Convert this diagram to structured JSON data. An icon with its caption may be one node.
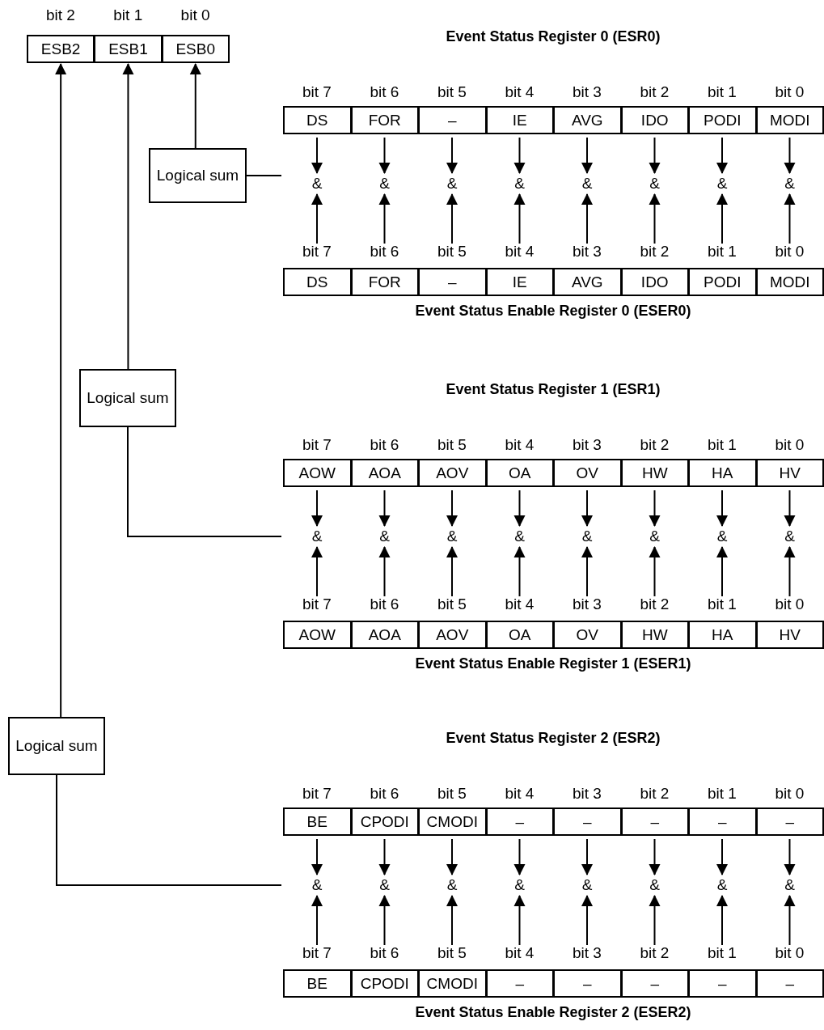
{
  "diagram": {
    "nodes": [
      {
        "text": [
          "ESB2"
        ]
      },
      {
        "text": [
          "ESB1"
        ]
      },
      {
        "text": [
          "ESB0"
        ]
      },
      {
        "text": [
          "Logical sum"
        ]
      },
      {
        "text": [
          "DS"
        ]
      },
      {
        "text": [
          "FOR"
        ]
      },
      {
        "text": [
          "–"
        ]
      },
      {
        "text": [
          "IE"
        ]
      },
      {
        "text": [
          "AVG"
        ]
      },
      {
        "text": [
          "IDO"
        ]
      },
      {
        "text": [
          "PODI"
        ]
      },
      {
        "text": [
          "MODI"
        ]
      },
      {
        "text": [
          "&"
        ]
      },
      {
        "text": [
          "&"
        ]
      },
      {
        "text": [
          "&"
        ]
      },
      {
        "text": [
          "&"
        ]
      },
      {
        "text": [
          "&"
        ]
      },
      {
        "text": [
          "&"
        ]
      },
      {
        "text": [
          "&"
        ]
      },
      {
        "text": [
          "&"
        ]
      },
      {
        "text": [
          "DS"
        ]
      },
      {
        "text": [
          "FOR"
        ]
      },
      {
        "text": [
          "–"
        ]
      },
      {
        "text": [
          "IE"
        ]
      },
      {
        "text": [
          "AVG"
        ]
      },
      {
        "text": [
          "IDO"
        ]
      },
      {
        "text": [
          "PODI"
        ]
      },
      {
        "text": [
          "MODI"
        ]
      },
      {
        "text": [
          "Logical sum"
        ]
      },
      {
        "text": [
          "AOW"
        ]
      },
      {
        "text": [
          "AOA"
        ]
      },
      {
        "text": [
          "AOV"
        ]
      },
      {
        "text": [
          "OA"
        ]
      },
      {
        "text": [
          "OV"
        ]
      },
      {
        "text": [
          "HW"
        ]
      },
      {
        "text": [
          "HA"
        ]
      },
      {
        "text": [
          "HV"
        ]
      },
      {
        "text": [
          "&"
        ]
      },
      {
        "text": [
          "&"
        ]
      },
      {
        "text": [
          "&"
        ]
      },
      {
        "text": [
          "&"
        ]
      },
      {
        "text": [
          "&"
        ]
      },
      {
        "text": [
          "&"
        ]
      },
      {
        "text": [
          "&"
        ]
      },
      {
        "text": [
          "&"
        ]
      },
      {
        "text": [
          "AOW"
        ]
      },
      {
        "text": [
          "AOA"
        ]
      },
      {
        "text": [
          "AOV"
        ]
      },
      {
        "text": [
          "OA"
        ]
      },
      {
        "text": [
          "OV"
        ]
      },
      {
        "text": [
          "HW"
        ]
      },
      {
        "text": [
          "HA"
        ]
      },
      {
        "text": [
          "HV"
        ]
      },
      {
        "text": [
          "Logical sum"
        ]
      },
      {
        "text": [
          "BE"
        ]
      },
      {
        "text": [
          "CPODI"
        ]
      },
      {
        "text": [
          "CMODI"
        ]
      },
      {
        "text": [
          "–"
        ]
      },
      {
        "text": [
          "–"
        ]
      },
      {
        "text": [
          "–"
        ]
      },
      {
        "text": [
          "–"
        ]
      },
      {
        "text": [
          "–"
        ]
      },
      {
        "text": [
          "&"
        ]
      },
      {
        "text": [
          "&"
        ]
      },
      {
        "text": [
          "&"
        ]
      },
      {
        "text": [
          "&"
        ]
      },
      {
        "text": [
          "&"
        ]
      },
      {
        "text": [
          "&"
        ]
      },
      {
        "text": [
          "&"
        ]
      },
      {
        "text": [
          "&"
        ]
      },
      {
        "text": [
          "BE"
        ]
      },
      {
        "text": [
          "CPODI"
        ]
      },
      {
        "text": [
          "CMODI"
        ]
      },
      {
        "text": [
          "–"
        ]
      },
      {
        "text": [
          "–"
        ]
      },
      {
        "text": [
          "–"
        ]
      },
      {
        "text": [
          "–"
        ]
      },
      {
        "text": [
          "–"
        ]
      }
    ],
    "edges": [
      {
        "from": 4,
        "to": 12,
        "arrow": "to"
      },
      {
        "from": 5,
        "to": 13,
        "arrow": "to"
      },
      {
        "from": 6,
        "to": 14,
        "arrow": "to"
      },
      {
        "from": 7,
        "to": 15,
        "arrow": "to"
      },
      {
        "from": 8,
        "to": 16,
        "arrow": "to"
      },
      {
        "from": 9,
        "to": 17,
        "arrow": "to"
      },
      {
        "from": 10,
        "to": 18,
        "arrow": "to"
      },
      {
        "from": 11,
        "to": 19,
        "arrow": "to"
      },
      {
        "from": 20,
        "to": 12,
        "arrow": "to"
      },
      {
        "from": 21,
        "to": 13,
        "arrow": "to"
      },
      {
        "from": 22,
        "to": 14,
        "arrow": "to"
      },
      {
        "from": 23,
        "to": 15,
        "arrow": "to"
      },
      {
        "from": 24,
        "to": 16,
        "arrow": "to"
      },
      {
        "from": 25,
        "to": 17,
        "arrow": "to"
      },
      {
        "from": 26,
        "to": 18,
        "arrow": "to"
      },
      {
        "from": 27,
        "to": 19,
        "arrow": "to"
      },
      {
        "from": 12,
        "to": 3,
        "arrow": "none"
      },
      {
        "from": 3,
        "to": 2,
        "arrow": "to"
      },
      {
        "from": 29,
        "to": 37,
        "arrow": "to"
      },
      {
        "from": 30,
        "to": 38,
        "arrow": "to"
      },
      {
        "from": 31,
        "to": 39,
        "arrow": "to"
      },
      {
        "from": 32,
        "to": 40,
        "arrow": "to"
      },
      {
        "from": 33,
        "to": 41,
        "arrow": "to"
      },
      {
        "from": 34,
        "to": 42,
        "arrow": "to"
      },
      {
        "from": 35,
        "to": 43,
        "arrow": "to"
      },
      {
        "from": 36,
        "to": 44,
        "arrow": "to"
      },
      {
        "from": 45,
        "to": 37,
        "arrow": "to"
      },
      {
        "from": 46,
        "to": 38,
        "arrow": "to"
      },
      {
        "from": 47,
        "to": 39,
        "arrow": "to"
      },
      {
        "from": 48,
        "to": 40,
        "arrow": "to"
      },
      {
        "from": 49,
        "to": 41,
        "arrow": "to"
      },
      {
        "from": 50,
        "to": 42,
        "arrow": "to"
      },
      {
        "from": 51,
        "to": 43,
        "arrow": "to"
      },
      {
        "from": 52,
        "to": 44,
        "arrow": "to"
      },
      {
        "from": 37,
        "to": 28,
        "arrow": "none"
      },
      {
        "from": 28,
        "to": 1,
        "arrow": "to"
      },
      {
        "from": 54,
        "to": 62,
        "arrow": "to"
      },
      {
        "from": 55,
        "to": 63,
        "arrow": "to"
      },
      {
        "from": 56,
        "to": 64,
        "arrow": "to"
      },
      {
        "from": 57,
        "to": 65,
        "arrow": "to"
      },
      {
        "from": 58,
        "to": 66,
        "arrow": "to"
      },
      {
        "from": 59,
        "to": 67,
        "arrow": "to"
      },
      {
        "from": 60,
        "to": 68,
        "arrow": "to"
      },
      {
        "from": 61,
        "to": 69,
        "arrow": "to"
      },
      {
        "from": 70,
        "to": 62,
        "arrow": "to"
      },
      {
        "from": 71,
        "to": 63,
        "arrow": "to"
      },
      {
        "from": 72,
        "to": 64,
        "arrow": "to"
      },
      {
        "from": 73,
        "to": 65,
        "arrow": "to"
      },
      {
        "from": 74,
        "to": 66,
        "arrow": "to"
      },
      {
        "from": 75,
        "to": 67,
        "arrow": "to"
      },
      {
        "from": 76,
        "to": 68,
        "arrow": "to"
      },
      {
        "from": 77,
        "to": 69,
        "arrow": "to"
      },
      {
        "from": 62,
        "to": 53,
        "arrow": "none"
      },
      {
        "from": 53,
        "to": 0,
        "arrow": "to"
      }
    ],
    "labels": [
      "bit 2",
      "bit 1",
      "bit 0",
      "Event Status Register 0 (ESR0)",
      "bit 7",
      "bit 6",
      "bit 5",
      "bit 4",
      "bit 3",
      "bit 2",
      "bit 1",
      "bit 0",
      "bit 7",
      "bit 6",
      "bit 5",
      "bit 4",
      "bit 3",
      "bit 2",
      "bit 1",
      "bit 0",
      "Event Status Enable Register 0 (ESER0)",
      "Event Status Register 1 (ESR1)",
      "bit 7",
      "bit 6",
      "bit 5",
      "bit 4",
      "bit 3",
      "bit 2",
      "bit 1",
      "bit 0",
      "bit 7",
      "bit 6",
      "bit 5",
      "bit 4",
      "bit 3",
      "bit 2",
      "bit 1",
      "bit 0",
      "Event Status Enable Register 1 (ESER1)",
      "Event Status Register 2 (ESR2)",
      "bit 7",
      "bit 6",
      "bit 5",
      "bit 4",
      "bit 3",
      "bit 2",
      "bit 1",
      "bit 0",
      "bit 7",
      "bit 6",
      "bit 5",
      "bit 4",
      "bit 3",
      "bit 2",
      "bit 1",
      "bit 0",
      "Event Status Enable Register 2 (ESER2)"
    ]
  }
}
